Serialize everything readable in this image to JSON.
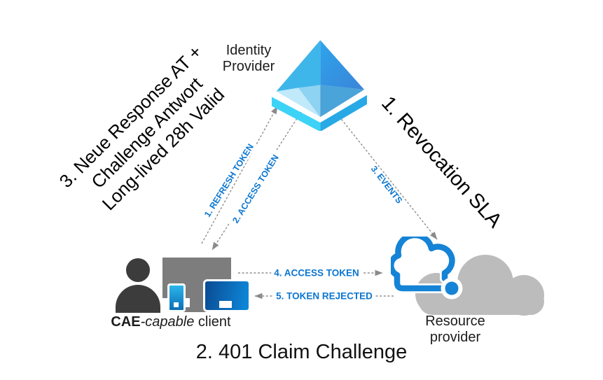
{
  "nodes": {
    "identity_provider": {
      "label": "Identity\nProvider"
    },
    "client": {
      "label_bold": "CAE",
      "label_italic": "-capable",
      "label_rest": " client"
    },
    "resource_provider": {
      "label": "Resource\nprovider"
    }
  },
  "flows": [
    {
      "id": "refresh-token",
      "label": "1. REFRESH TOKEN",
      "direction": "client-to-idp"
    },
    {
      "id": "access-token-issue",
      "label": "2. ACCESS TOKEN",
      "direction": "idp-to-client"
    },
    {
      "id": "events",
      "label": "3. EVENTS",
      "direction": "idp-to-resource"
    },
    {
      "id": "access-token-present",
      "label": "4. ACCESS TOKEN",
      "direction": "client-to-resource"
    },
    {
      "id": "token-rejected",
      "label": "5. TOKEN REJECTED",
      "direction": "resource-to-client"
    }
  ],
  "annotations": {
    "left": {
      "lines": [
        "3. Neue Response AT +",
        "Challenge Antwort",
        "Long-lived 28h Valid"
      ]
    },
    "right": "1. Revocation SLA",
    "bottom": "2. 401 Claim Challenge"
  },
  "colors": {
    "flow_label_blue": "#0b76d1",
    "arrow_gray": "#8a8a8a",
    "monitor_gray": "#7d7d7d",
    "person_gray": "#3c3c3c",
    "cloud_gray": "#bcbcbc",
    "cloud_blue": "#1583d6",
    "pyramid_cyan": "#3fb6ea",
    "pyramid_blue": "#2d9be6"
  }
}
